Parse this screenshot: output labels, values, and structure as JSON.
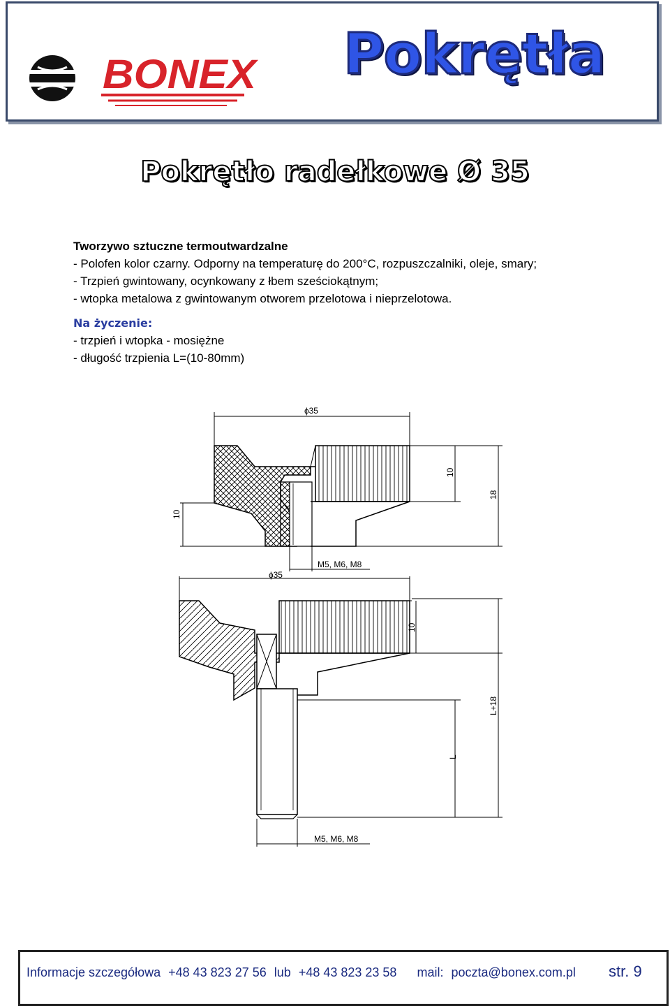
{
  "header": {
    "brand": "BONEX",
    "banner_title": "Pokrętła",
    "colors": {
      "brand_red": "#d8232a",
      "banner_blue": "#2f55e6",
      "frame": "#3a4a6a"
    }
  },
  "page_title": "Pokrętło  radełkowe Ø 35",
  "material": {
    "heading": "Tworzywo sztuczne termoutwardzalne",
    "lines": [
      "- Polofen kolor czarny. Odporny na temperaturę do 200°C, rozpuszczalniki, oleje, smary;",
      "- Trzpień gwintowany, ocynkowany z łbem sześciokątnym;",
      "- wtopka metalowa z gwintowanym otworem przelotowa i nieprzelotowa."
    ]
  },
  "on_request": {
    "heading": "Na życzenie:",
    "lines": [
      "- trzpień i wtopka - mosiężne",
      "- długość trzpienia L=(10-80mm)"
    ]
  },
  "drawing": {
    "top": {
      "diameter": "ɸ35",
      "dim_10_right": "10",
      "dim_18": "18",
      "dim_10_left": "10",
      "thread": "M5, M6, M8"
    },
    "bottom": {
      "diameter": "ɸ35",
      "dim_10": "10",
      "dim_l18": "L+18",
      "dim_l": "L",
      "thread": "M5, M6, M8"
    }
  },
  "footer": {
    "info_label": "Informacje szczegółowa",
    "phone1": "+48 43 823 27 56",
    "or": "lub",
    "phone2": "+48 43 823 23 58",
    "mail_label": "mail:",
    "email": "poczta@bonex.com.pl",
    "page": "str. 9"
  }
}
